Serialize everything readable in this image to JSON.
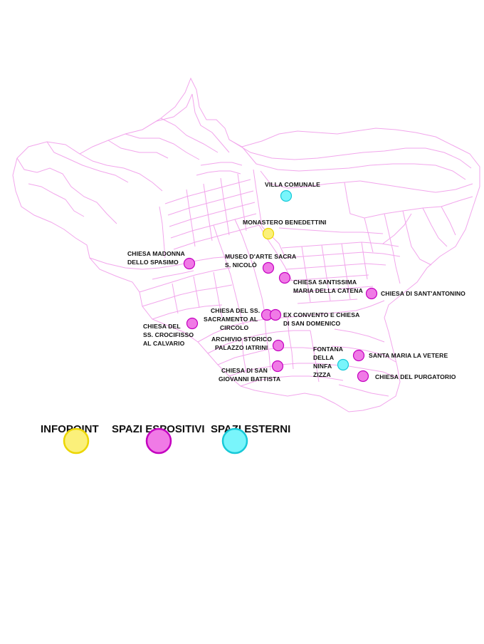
{
  "colors": {
    "street": "#f2a6ec",
    "infopoint": "#fbf07a",
    "infopoint_border": "#ecd600",
    "spazi_espositivi": "#f07ae6",
    "spazi_espositivi_border": "#c400c0",
    "spazi_esterni": "#79f5fb",
    "spazi_esterni_border": "#17c9d8",
    "label": "#111111"
  },
  "places": {
    "villa_comunale": [
      "VILLA COMUNALE"
    ],
    "monastero_benedettini": [
      "MONASTERO BENEDETTINI"
    ],
    "chiesa_madonna_spasimo": [
      "CHIESA MADONNA",
      "DELLO SPASIMO"
    ],
    "museo_arte_sacra": [
      "MUSEO D'ARTE SACRA",
      "S. NICOLÒ"
    ],
    "chiesa_santissima_catena": [
      "CHIESA SANTISSIMA",
      "MARIA DELLA CATENA"
    ],
    "chiesa_sant_antonino": [
      "CHIESA DI SANT'ANTONINO"
    ],
    "chiesa_ss_sacramento": [
      "CHIESA DEL SS.",
      "SACRAMENTO AL",
      "CIRCOLO"
    ],
    "ex_convento_san_domenico": [
      "EX CONVENTO E CHIESA",
      "DI SAN DOMENICO"
    ],
    "chiesa_ss_crocifisso": [
      "CHIESA DEL",
      "SS. CROCIFISSO",
      "AL CALVARIO"
    ],
    "archivio_storico": [
      "ARCHIVIO STORICO",
      "PALAZZO IATRINI"
    ],
    "fontana_ninfa_zizza": [
      "FONTANA",
      "DELLA",
      "NINFA",
      "ZIZZA"
    ],
    "santa_maria_vetere": [
      "SANTA MARIA LA VETERE"
    ],
    "chiesa_san_giovanni": [
      "CHIESA DI SAN",
      "GIOVANNI BATTISTA"
    ],
    "chiesa_purgatorio": [
      "CHIESA DEL PURGATORIO"
    ]
  },
  "legend": {
    "infopoint": "INFOPOINT",
    "spazi_espositivi": "SPAZI ESPOSITIVI",
    "spazi_esterni": "SPAZI ESTERNI"
  }
}
